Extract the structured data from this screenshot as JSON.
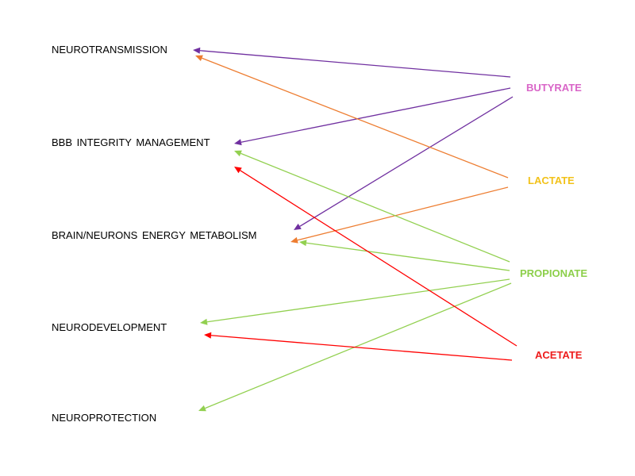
{
  "outcomes": [
    {
      "id": "neurotransmission",
      "label": "NEUROTRANSMISSION"
    },
    {
      "id": "bbb",
      "label": "BBB  INTEGRITY  MANAGEMENT"
    },
    {
      "id": "energy",
      "label": "BRAIN/NEURONS  ENERGY  METABOLISM"
    },
    {
      "id": "neurodevelopment",
      "label": "NEURODEVELOPMENT"
    },
    {
      "id": "neuroprotection",
      "label": "NEUROPROTECTION"
    }
  ],
  "metabolites": [
    {
      "id": "butyrate",
      "label": "BUTYRATE",
      "color": "#d966c8"
    },
    {
      "id": "lactate",
      "label": "LACTATE",
      "color": "#f2c21a"
    },
    {
      "id": "propionate",
      "label": "PROPIONATE",
      "color": "#8ccf4a"
    },
    {
      "id": "acetate",
      "label": "ACETATE",
      "color": "#ee1c1c"
    }
  ],
  "arrow_colors": {
    "butyrate": "#7030a0",
    "lactate": "#ed7d31",
    "propionate": "#92d050",
    "acetate": "#ff0000"
  },
  "links": [
    {
      "from": "butyrate",
      "to": "neurotransmission"
    },
    {
      "from": "butyrate",
      "to": "bbb"
    },
    {
      "from": "butyrate",
      "to": "energy"
    },
    {
      "from": "lactate",
      "to": "neurotransmission"
    },
    {
      "from": "lactate",
      "to": "energy"
    },
    {
      "from": "propionate",
      "to": "bbb"
    },
    {
      "from": "propionate",
      "to": "energy"
    },
    {
      "from": "propionate",
      "to": "neurodevelopment"
    },
    {
      "from": "propionate",
      "to": "neuroprotection"
    },
    {
      "from": "acetate",
      "to": "bbb"
    },
    {
      "from": "acetate",
      "to": "neurodevelopment"
    }
  ]
}
